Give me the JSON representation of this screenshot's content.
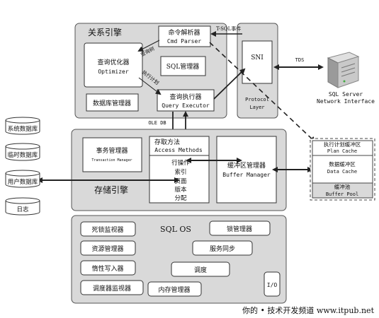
{
  "relational_engine": {
    "title": "关系引擎",
    "cmd_parser": {
      "cn": "命令解析器",
      "en": "Cmd Parser"
    },
    "optimizer": {
      "cn": "查询优化器",
      "en": "Optimizer"
    },
    "sql_manager": "SQL管理器",
    "db_manager": "数据库管理器",
    "query_executor": {
      "cn": "查询执行器",
      "en": "Query Executor"
    },
    "arrow_query_tree": "查询树",
    "arrow_exec_plan": "执行计划"
  },
  "protocol_layer": {
    "sni": "SNI",
    "label_line1": "Protocol",
    "label_line2": "Layer"
  },
  "tsql_event": "T-SQL事件",
  "tds": "TDS",
  "server": {
    "line1": "SQL Server",
    "line2": "Network Interface"
  },
  "ole_db": "OLE DB",
  "storage_engine": {
    "title": "存储引擎",
    "txn_manager": {
      "cn": "事务管理器",
      "en": "Transaction Manager"
    },
    "access_methods": {
      "cn": "存取方法",
      "en": "Access Methods",
      "items": [
        "行操作",
        "索引",
        "页面",
        "版本",
        "分配"
      ]
    },
    "buffer_manager": {
      "cn": "缓冲区管理器",
      "en": "Buffer Manager"
    }
  },
  "buffer_pool": {
    "plan_cache": {
      "cn": "执行计划缓冲区",
      "en": "Plan Cache"
    },
    "data_cache": {
      "cn": "数据缓冲区",
      "en": "Data Cache"
    },
    "pool": {
      "cn": "缓冲池",
      "en": "Buffer Pool"
    }
  },
  "databases": [
    "系统数据库",
    "临时数据库",
    "用户数据库",
    "日志"
  ],
  "sql_os": {
    "title": "SQL OS",
    "deadlock_monitor": "死锁监视器",
    "lock_manager": "锁管理器",
    "resource_manager": "资源管理器",
    "service_sync": "服务同步",
    "lazy_writer": "惰性写入器",
    "scheduling": "调度",
    "scheduler_monitor": "调度器监视器",
    "memory_manager": "内存管理器",
    "io": "I/O"
  },
  "watermark": "你的 • 技术开发频道  www.itpub.net"
}
